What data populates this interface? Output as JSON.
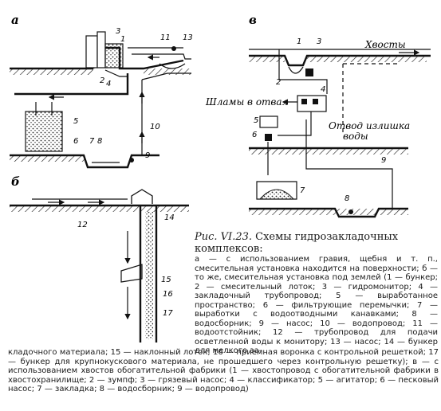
{
  "panels": {
    "a": "а",
    "v": "в",
    "b": "б"
  },
  "labels": {
    "a_nums": [
      "1",
      "2",
      "3",
      "4",
      "5",
      "6",
      "7",
      "8",
      "9",
      "10",
      "11",
      "13"
    ],
    "v_nums": [
      "1",
      "2",
      "3",
      "4",
      "5",
      "6",
      "7",
      "8",
      "9"
    ],
    "b_nums": [
      "12",
      "14",
      "15",
      "16",
      "17"
    ],
    "tails": "Хвосты",
    "slimes": "Шламы в отвал",
    "overflow_1": "Отвод излишка",
    "overflow_2": "воды"
  },
  "caption": {
    "fig": "Рис. VI.23.",
    "title": "Схемы гидрозакладочных комплексов:",
    "body": "а — с использованием гравия, щебня и т. п., смесительная установка находится на поверхности; б — то же, смесительная установка под землей (1 — бункер; 2 — смесительный лоток; 3 — гидромонитор; 4 — закладочный трубопровод; 5 — выработанное пространство; 6 — фильтрующие перемычки; 7 — выработки с водоотводными канавками; 8 — водосборник; 9 — насос; 10 — водопровод; 11 — водоотстойник; 12 — трубопровод для подачи осветленной воды к монитору; 13 — насос; 14 — бункер для мелкого за-",
    "body_full": "кладочного материала; 15 — наклонный лоток; 16 — приемная воронка с контрольной решеткой; 17 — бункер для крупнокускового материала, не прошедшего через контрольную решетку); в — с использованием хвостов обогатительной фабрики (1 — хвостопровод с обогатительной фабрики в хвостохранилище; 2 — зумпф; 3 — грязевый насос; 4 — классификатор; 5 — агитатор; 6 — песковый насос; 7 — закладка; 8 — водосборник; 9 — водопровод)"
  }
}
